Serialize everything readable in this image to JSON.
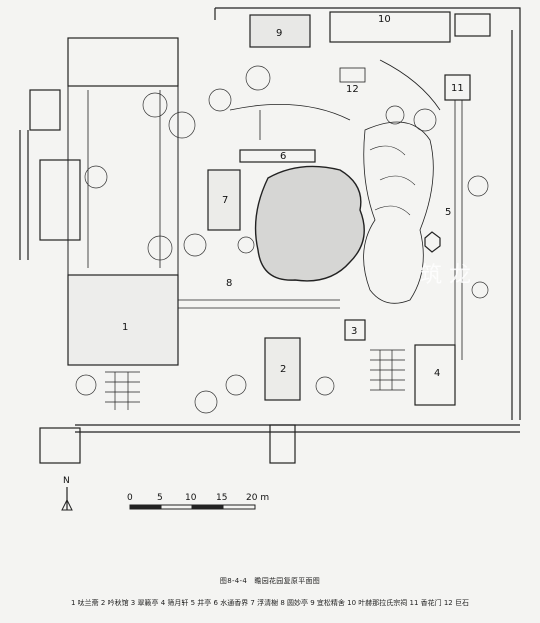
{
  "numbers": [
    "1",
    "2",
    "3",
    "4",
    "5",
    "6",
    "7",
    "8",
    "9",
    "10",
    "11",
    "12"
  ],
  "compass": "N",
  "scale": {
    "ticks": [
      "0",
      "5",
      "10",
      "15",
      "20 m"
    ]
  },
  "watermark": "筑 龙",
  "caption": "图8-4-4　瞻园花园复原平面图",
  "legend": "1 呔兰斋 2 吟秋馆 3 翠籁亭 4 筛月轩 5 井亭 6 水通香界 7 浮清榭 8 圆妙亭 9 宜松精舍 10 叶赫那拉氏宗祠 11 香花门 12 巨石"
}
